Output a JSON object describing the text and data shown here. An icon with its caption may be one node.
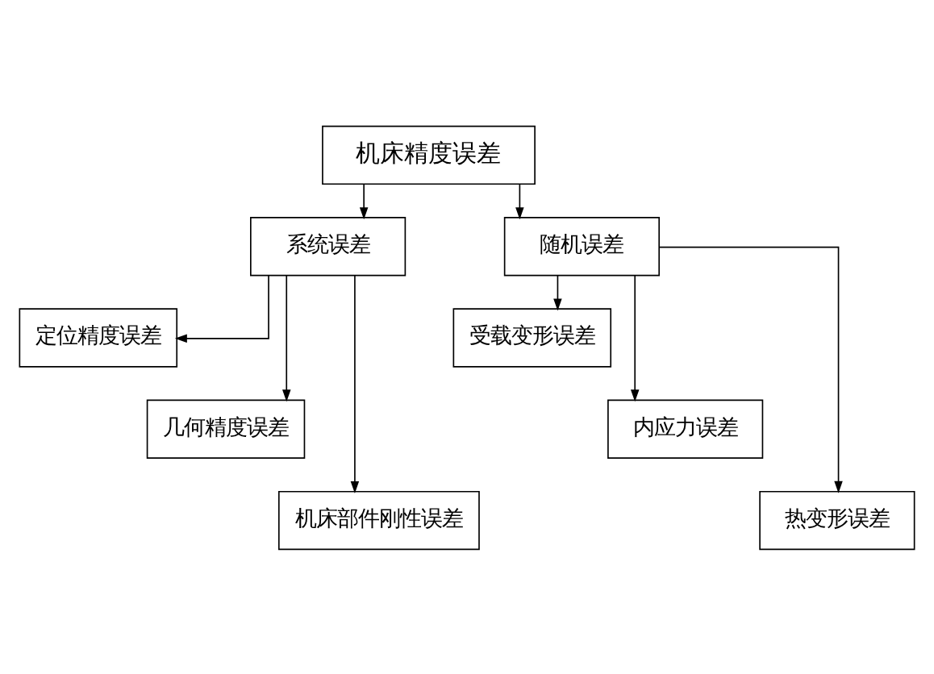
{
  "diagram": {
    "nodes": [
      {
        "text": [
          "机床精度误差"
        ]
      },
      {
        "text": [
          "系统误差"
        ]
      },
      {
        "text": [
          "随机误差"
        ]
      },
      {
        "text": [
          "定位精度误差"
        ]
      },
      {
        "text": [
          "几何精度误差"
        ]
      },
      {
        "text": [
          "机床部件刚性误差"
        ]
      },
      {
        "text": [
          "受载变形误差"
        ]
      },
      {
        "text": [
          "内应力误差"
        ]
      },
      {
        "text": [
          "热变形误差"
        ]
      }
    ],
    "edges": [
      {
        "from": 0,
        "to": 1,
        "arrow": "to"
      },
      {
        "from": 0,
        "to": 2,
        "arrow": "to"
      },
      {
        "from": 1,
        "to": 3,
        "arrow": "to"
      },
      {
        "from": 1,
        "to": 4,
        "arrow": "to"
      },
      {
        "from": 1,
        "to": 5,
        "arrow": "to"
      },
      {
        "from": 2,
        "to": 6,
        "arrow": "to"
      },
      {
        "from": 2,
        "to": 7,
        "arrow": "to"
      },
      {
        "from": 2,
        "to": 8,
        "arrow": "to"
      }
    ]
  }
}
